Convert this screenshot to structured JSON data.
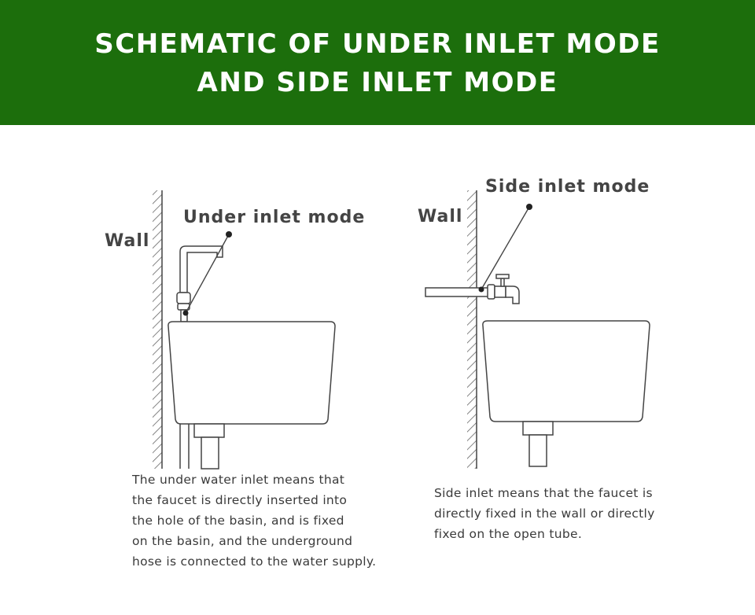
{
  "banner": {
    "title_line1": "SCHEMATIC OF UNDER INLET MODE",
    "title_line2": "AND SIDE INLET MODE",
    "background_color": "#1c6e0c"
  },
  "left_panel": {
    "wall_label": "Wall",
    "mode_label": "Under inlet mode",
    "description_lines": [
      "The under water inlet means that",
      "the faucet is directly inserted into",
      "the hole of the basin, and is fixed",
      "on the basin, and the underground",
      "hose is connected to the water supply."
    ]
  },
  "right_panel": {
    "wall_label": "Wall",
    "mode_label": "Side inlet mode",
    "description_lines": [
      "Side inlet means that the faucet is",
      "directly fixed in the wall or directly",
      "fixed on the open tube."
    ]
  }
}
